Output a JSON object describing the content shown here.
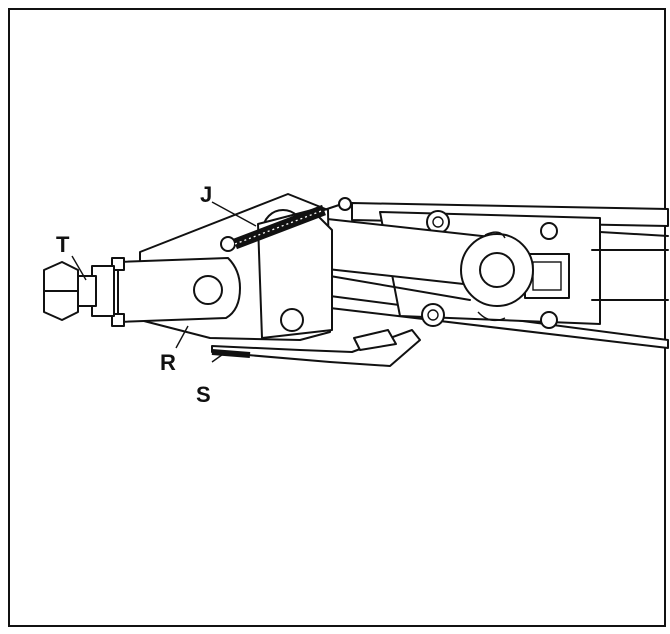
{
  "diagram": {
    "labels": {
      "J": "J",
      "T": "T",
      "R": "R",
      "S": "S"
    }
  }
}
